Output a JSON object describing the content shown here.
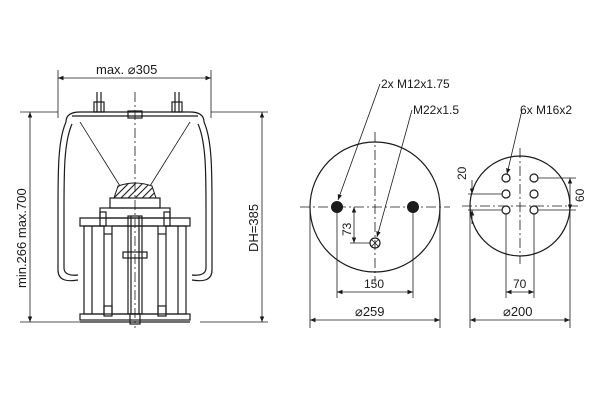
{
  "side_view": {
    "max_diameter_label": "max. ⌀305",
    "height_range_label": "min.266 max.700",
    "design_height_label": "DH=385"
  },
  "top_plate_view": {
    "thread_pair_label": "2x M12x1.75",
    "center_thread_label": "M22x1.5",
    "offset_label": "73",
    "spacing_label": "150",
    "diameter_label": "⌀259"
  },
  "bottom_plate_view": {
    "thread_group_label": "6x M16x2",
    "vertical_spacing_label": "20",
    "height_label": "60",
    "width_label": "70",
    "diameter_label": "⌀200"
  }
}
